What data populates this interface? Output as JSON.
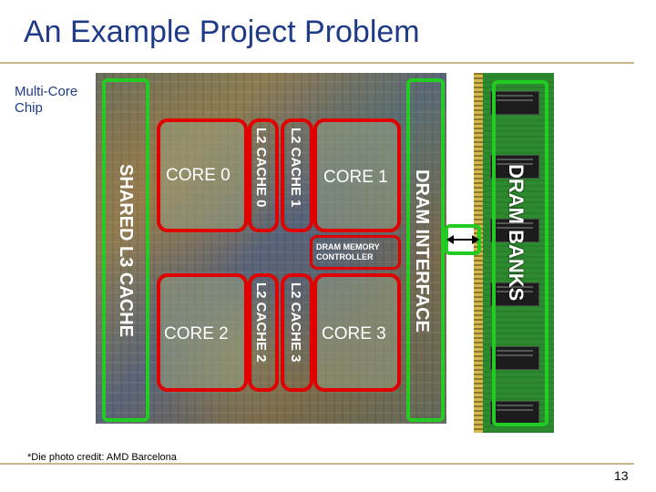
{
  "title": "An Example Project Problem",
  "chip_label": "Multi-Core Chip",
  "die": {
    "shared_cache": "SHARED L3 CACHE",
    "cores": [
      "CORE 0",
      "CORE 1",
      "CORE 2",
      "CORE 3"
    ],
    "l2_caches": [
      "L2 CACHE 0",
      "L2 CACHE 1",
      "L2 CACHE 2",
      "L2 CACHE 3"
    ],
    "memory_controller": "DRAM MEMORY CONTROLLER",
    "dram_interface": "DRAM INTERFACE"
  },
  "dram_banks": "DRAM BANKS",
  "credit": "*Die photo credit: AMD Barcelona",
  "page_number": "13",
  "colors": {
    "title": "#1f3b88",
    "highlight_red": "#e00000",
    "highlight_green": "#22cc22"
  }
}
